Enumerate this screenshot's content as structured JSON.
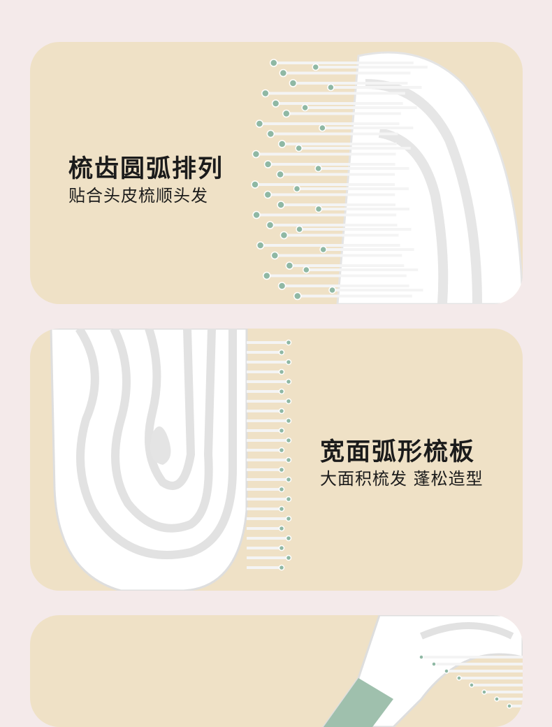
{
  "section1": {
    "title": "梳齿圆弧排列",
    "subtitle": "贴合头皮梳顺头发"
  },
  "section2": {
    "title": "宽面弧形梳板",
    "subtitle": "大面积梳发 蓬松造型"
  },
  "colors": {
    "background": "#f4eaea",
    "card": "#efe1c6",
    "pin_tip": "#8fb8a4",
    "handle": "#9fc0ad"
  }
}
